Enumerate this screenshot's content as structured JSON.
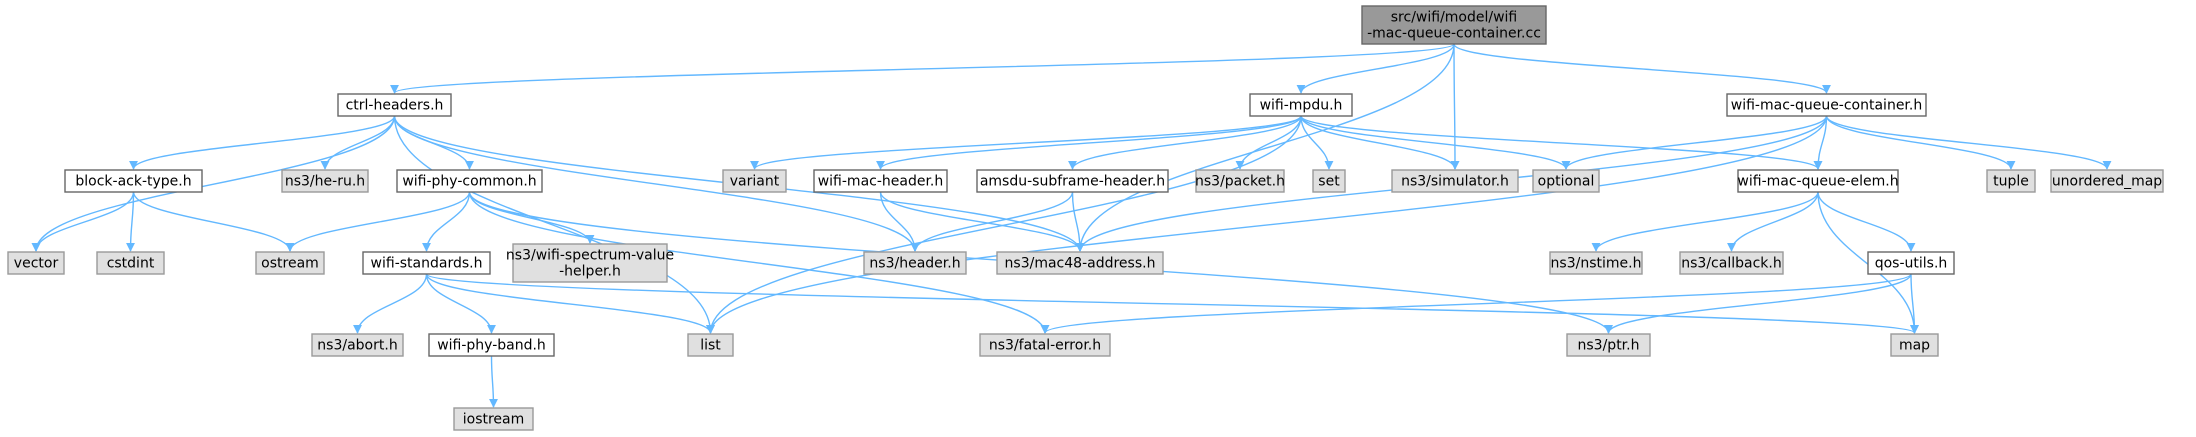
{
  "colors": {
    "root_fill": "#999999",
    "root_stroke": "#666666",
    "header_fill": "#ffffff",
    "header_stroke": "#666666",
    "external_fill": "#e0e0e0",
    "external_stroke": "#999999",
    "edge": "#63b8ff"
  },
  "nodes": [
    {
      "id": "root",
      "kind": "root",
      "lines": [
        "src/wifi/model/wifi",
        "-mac-queue-container.cc"
      ]
    },
    {
      "id": "ctrl_headers",
      "kind": "header",
      "lines": [
        "ctrl-headers.h"
      ]
    },
    {
      "id": "wifi_mpdu",
      "kind": "header",
      "lines": [
        "wifi-mpdu.h"
      ]
    },
    {
      "id": "wmqc",
      "kind": "header",
      "lines": [
        "wifi-mac-queue-container.h"
      ]
    },
    {
      "id": "block_ack_type",
      "kind": "header",
      "lines": [
        "block-ack-type.h"
      ]
    },
    {
      "id": "he_ru",
      "kind": "external",
      "lines": [
        "ns3/he-ru.h"
      ]
    },
    {
      "id": "wifi_phy_common",
      "kind": "header",
      "lines": [
        "wifi-phy-common.h"
      ]
    },
    {
      "id": "variant",
      "kind": "external",
      "lines": [
        "variant"
      ]
    },
    {
      "id": "wifi_mac_header",
      "kind": "header",
      "lines": [
        "wifi-mac-header.h"
      ]
    },
    {
      "id": "amsdu",
      "kind": "header",
      "lines": [
        "amsdu-subframe-header.h"
      ]
    },
    {
      "id": "packet",
      "kind": "external",
      "lines": [
        "ns3/packet.h"
      ]
    },
    {
      "id": "set",
      "kind": "external",
      "lines": [
        "set"
      ]
    },
    {
      "id": "simulator",
      "kind": "external",
      "lines": [
        "ns3/simulator.h"
      ]
    },
    {
      "id": "optional",
      "kind": "external",
      "lines": [
        "optional"
      ]
    },
    {
      "id": "wmqe",
      "kind": "header",
      "lines": [
        "wifi-mac-queue-elem.h"
      ]
    },
    {
      "id": "tuple",
      "kind": "external",
      "lines": [
        "tuple"
      ]
    },
    {
      "id": "unordered_map",
      "kind": "external",
      "lines": [
        "unordered_map"
      ]
    },
    {
      "id": "vector",
      "kind": "external",
      "lines": [
        "vector"
      ]
    },
    {
      "id": "cstdint",
      "kind": "external",
      "lines": [
        "cstdint"
      ]
    },
    {
      "id": "ostream",
      "kind": "external",
      "lines": [
        "ostream"
      ]
    },
    {
      "id": "wifi_standards",
      "kind": "header",
      "lines": [
        "wifi-standards.h"
      ]
    },
    {
      "id": "spectrum",
      "kind": "external",
      "lines": [
        "ns3/wifi-spectrum-value",
        "-helper.h"
      ]
    },
    {
      "id": "ns3_header",
      "kind": "external",
      "lines": [
        "ns3/header.h"
      ]
    },
    {
      "id": "mac48",
      "kind": "external",
      "lines": [
        "ns3/mac48-address.h"
      ]
    },
    {
      "id": "nstime",
      "kind": "external",
      "lines": [
        "ns3/nstime.h"
      ]
    },
    {
      "id": "callback",
      "kind": "external",
      "lines": [
        "ns3/callback.h"
      ]
    },
    {
      "id": "qos_utils",
      "kind": "header",
      "lines": [
        "qos-utils.h"
      ]
    },
    {
      "id": "abort",
      "kind": "external",
      "lines": [
        "ns3/abort.h"
      ]
    },
    {
      "id": "wifi_phy_band",
      "kind": "header",
      "lines": [
        "wifi-phy-band.h"
      ]
    },
    {
      "id": "list",
      "kind": "external",
      "lines": [
        "list"
      ]
    },
    {
      "id": "fatal_error",
      "kind": "external",
      "lines": [
        "ns3/fatal-error.h"
      ]
    },
    {
      "id": "ptr",
      "kind": "external",
      "lines": [
        "ns3/ptr.h"
      ]
    },
    {
      "id": "map",
      "kind": "external",
      "lines": [
        "map"
      ]
    },
    {
      "id": "iostream",
      "kind": "external",
      "lines": [
        "iostream"
      ]
    }
  ],
  "edges": [
    [
      "root",
      "ctrl_headers"
    ],
    [
      "root",
      "wifi_mpdu"
    ],
    [
      "root",
      "wmqc"
    ],
    [
      "root",
      "simulator"
    ],
    [
      "root",
      "mac48"
    ],
    [
      "ctrl_headers",
      "block_ack_type"
    ],
    [
      "ctrl_headers",
      "he_ru"
    ],
    [
      "ctrl_headers",
      "wifi_phy_common"
    ],
    [
      "ctrl_headers",
      "vector"
    ],
    [
      "ctrl_headers",
      "list"
    ],
    [
      "ctrl_headers",
      "ns3_header"
    ],
    [
      "ctrl_headers",
      "mac48"
    ],
    [
      "block_ack_type",
      "vector"
    ],
    [
      "block_ack_type",
      "cstdint"
    ],
    [
      "block_ack_type",
      "ostream"
    ],
    [
      "wifi_phy_common",
      "ostream"
    ],
    [
      "wifi_phy_common",
      "wifi_standards"
    ],
    [
      "wifi_phy_common",
      "spectrum"
    ],
    [
      "wifi_phy_common",
      "fatal_error"
    ],
    [
      "wifi_phy_common",
      "ptr"
    ],
    [
      "wifi_standards",
      "abort"
    ],
    [
      "wifi_standards",
      "wifi_phy_band"
    ],
    [
      "wifi_standards",
      "list"
    ],
    [
      "wifi_standards",
      "map"
    ],
    [
      "wifi_phy_band",
      "iostream"
    ],
    [
      "wifi_mpdu",
      "variant"
    ],
    [
      "wifi_mpdu",
      "wifi_mac_header"
    ],
    [
      "wifi_mpdu",
      "amsdu"
    ],
    [
      "wifi_mpdu",
      "packet"
    ],
    [
      "wifi_mpdu",
      "set"
    ],
    [
      "wifi_mpdu",
      "simulator"
    ],
    [
      "wifi_mpdu",
      "optional"
    ],
    [
      "wifi_mpdu",
      "wmqe"
    ],
    [
      "wifi_mpdu",
      "list"
    ],
    [
      "wifi_mac_header",
      "ns3_header"
    ],
    [
      "wifi_mac_header",
      "mac48"
    ],
    [
      "amsdu",
      "ns3_header"
    ],
    [
      "amsdu",
      "mac48"
    ],
    [
      "wmqc",
      "optional"
    ],
    [
      "wmqc",
      "wmqe"
    ],
    [
      "wmqc",
      "tuple"
    ],
    [
      "wmqc",
      "unordered_map"
    ],
    [
      "wmqc",
      "mac48"
    ],
    [
      "wmqc",
      "list"
    ],
    [
      "wmqe",
      "nstime"
    ],
    [
      "wmqe",
      "callback"
    ],
    [
      "wmqe",
      "qos_utils"
    ],
    [
      "wmqe",
      "map"
    ],
    [
      "qos_utils",
      "fatal_error"
    ],
    [
      "qos_utils",
      "ptr"
    ],
    [
      "qos_utils",
      "map"
    ]
  ]
}
